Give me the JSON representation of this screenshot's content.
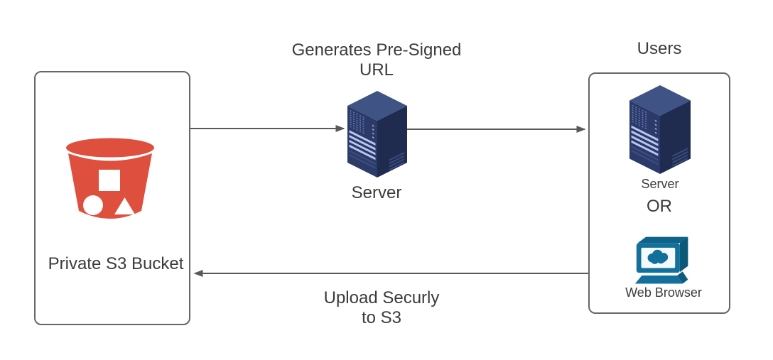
{
  "diagram": {
    "left_box": {
      "label": "Private S3 Bucket",
      "icon": "s3-bucket"
    },
    "middle": {
      "title": "Generates Pre-Signed\nURL",
      "server_label": "Server",
      "icon": "server"
    },
    "right_box": {
      "title": "Users",
      "server_label": "Server",
      "or_label": "OR",
      "browser_label": "Web Browser",
      "icons": [
        "server",
        "web-browser"
      ]
    },
    "edges": {
      "bucket_to_server": "",
      "server_to_users": "",
      "users_to_bucket_label": "Upload Securly\nto S3"
    },
    "colors": {
      "bucket_red": "#de4f3e",
      "server_top": "#3f5385",
      "server_front": "#2b3a69",
      "server_side": "#1f2c50",
      "server_stripe": "#b9c7ef",
      "browser_teal": "#136f9b",
      "arrow": "#595959",
      "box_border": "#666666",
      "text": "#3b3b3b"
    }
  }
}
